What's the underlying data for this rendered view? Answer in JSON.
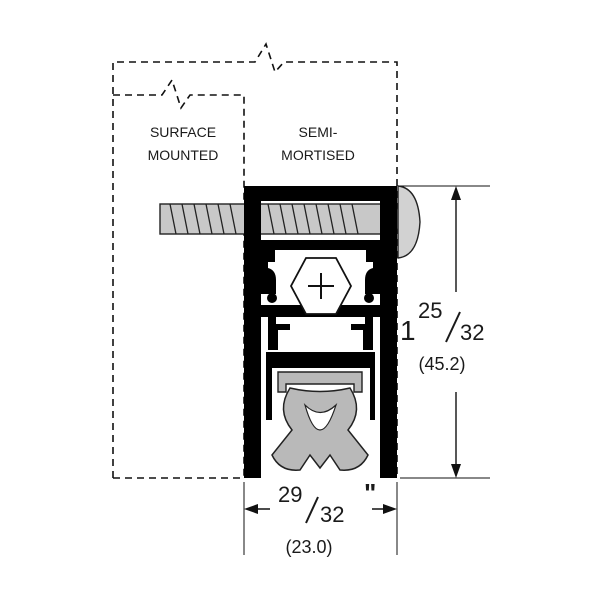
{
  "labels": {
    "surface_line1": "SURFACE",
    "surface_line2": "MOUNTED",
    "semi_line1": "SEMI-",
    "semi_line2": "MORTISED"
  },
  "dimensions": {
    "height": {
      "whole": "1",
      "numerator": "25",
      "denominator": "32",
      "metric": "(45.2)"
    },
    "width": {
      "numerator": "29",
      "denominator": "32",
      "unit_mark": "\"",
      "metric": "(23.0)"
    }
  },
  "icons": {
    "center_mark": "plus"
  },
  "colors": {
    "housing": "#000000",
    "seal": "#b9b9b9",
    "seal_stroke": "#222222",
    "screw": "#c8c8c8"
  }
}
